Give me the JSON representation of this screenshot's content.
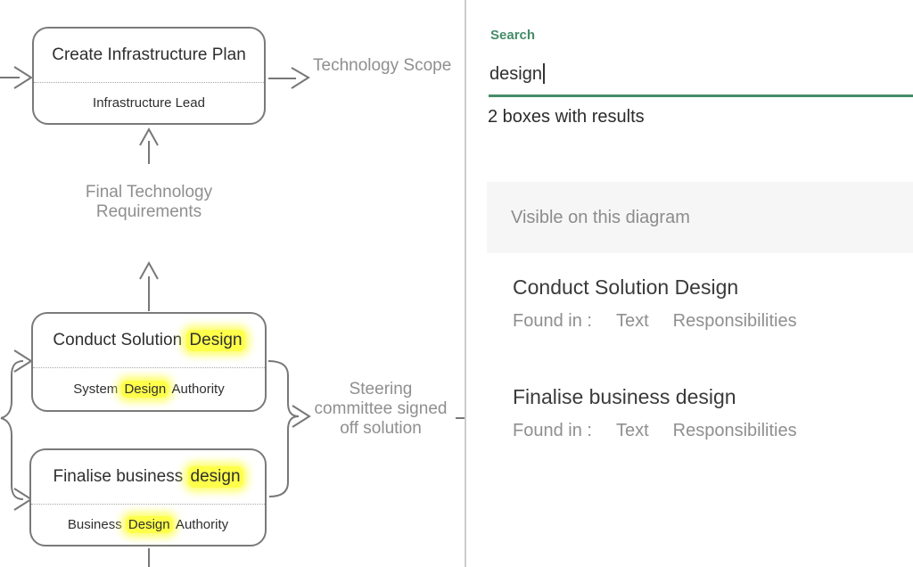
{
  "colors": {
    "accent_green": "#468C69",
    "highlight_yellow": "#FEFF4A",
    "line_gray": "#777777",
    "label_gray": "#8F8F8F",
    "divider_gray": "#CCCCCC",
    "section_bg": "#F6F6F6"
  },
  "diagram": {
    "boxes": [
      {
        "title": "Create Infrastructure Plan",
        "responsibility": "Infrastructure Lead"
      },
      {
        "title_pre": "Conduct Solution ",
        "title_highlight": "Design",
        "title_post": "",
        "resp_pre": "System ",
        "resp_highlight": "Design",
        "resp_post": " Authority"
      },
      {
        "title_pre": "Finalise business ",
        "title_highlight": "design",
        "title_post": "",
        "resp_pre": "Business ",
        "resp_highlight": "Design",
        "resp_post": " Authority"
      }
    ],
    "labels": {
      "technology_scope": "Technology Scope",
      "final_requirements_lines": [
        "Final Technology",
        "Requirements"
      ],
      "steering_lines": [
        "Steering",
        "committee signed",
        "off solution"
      ]
    }
  },
  "search_panel": {
    "label": "Search",
    "query": "design",
    "results_summary": "2 boxes with results",
    "section_header": "Visible on this diagram",
    "results": [
      {
        "title": "Conduct Solution Design",
        "found_in_label": "Found in :",
        "tags": [
          "Text",
          "Responsibilities"
        ]
      },
      {
        "title": "Finalise business design",
        "found_in_label": "Found in :",
        "tags": [
          "Text",
          "Responsibilities"
        ]
      }
    ]
  }
}
